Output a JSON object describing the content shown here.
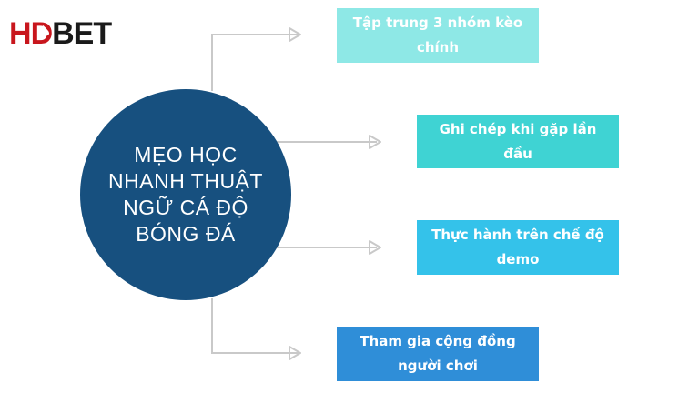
{
  "logo": {
    "text_h": "H",
    "text_d": "D",
    "text_bet": "BET",
    "colors": {
      "red": "#c8161d",
      "dark": "#1a1a1a"
    }
  },
  "hub": {
    "label": "MẸO HỌC\nNHANH THUẬT\nNGỮ CÁ ĐỘ\nBÓNG ĐÁ",
    "color": "#17507f"
  },
  "tips": [
    {
      "label": "Tập trung 3 nhóm kèo\nchính",
      "color": "#8ee8e6"
    },
    {
      "label": "Ghi chép khi gặp lần\nđầu",
      "color": "#3fd3d3"
    },
    {
      "label": "Thực hành trên chế độ\ndemo",
      "color": "#34c2ea"
    },
    {
      "label": "Tham gia cộng đồng\nngười chơi",
      "color": "#2f8ed8"
    }
  ],
  "connector_color": "#c9c9c9"
}
